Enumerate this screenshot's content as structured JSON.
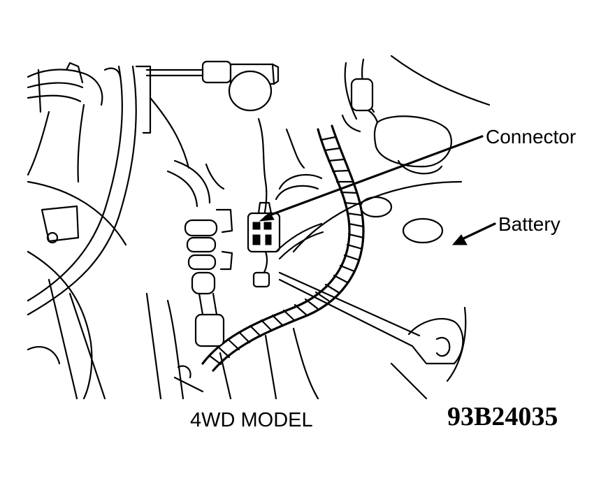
{
  "labels": {
    "connector": "Connector",
    "battery": "Battery",
    "caption": "4WD MODEL",
    "figure_code": "93B24035"
  },
  "colors": {
    "ink": "#000000",
    "background": "#ffffff"
  }
}
